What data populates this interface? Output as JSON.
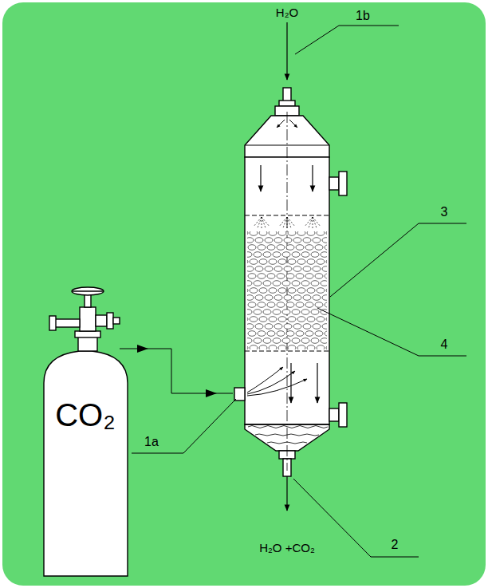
{
  "diagram": {
    "labels": [
      "H₂O",
      "1b",
      "3",
      "4",
      "CO₂",
      "1a",
      "2",
      "H₂O +CO₂"
    ]
  }
}
